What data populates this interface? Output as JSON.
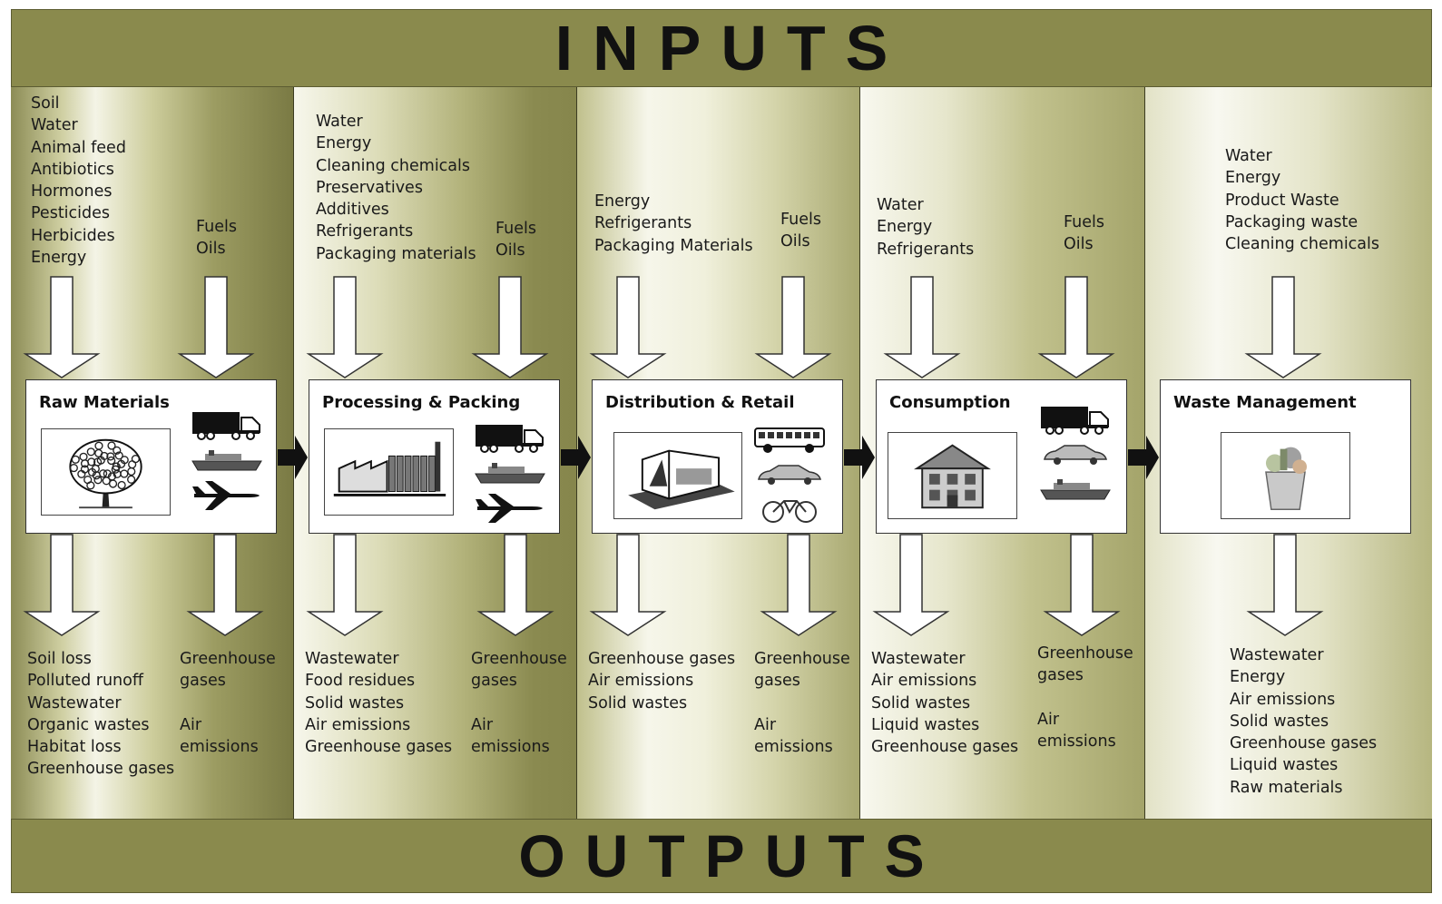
{
  "header": {
    "inputs_label": "INPUTS"
  },
  "footer": {
    "outputs_label": "OUTPUTS"
  },
  "stages": [
    {
      "title": "Raw Materials",
      "icon": "tree-icon",
      "vehicles": [
        "truck-icon",
        "ship-icon",
        "airplane-icon"
      ],
      "inputs_main": [
        "Soil",
        "Water",
        "Animal feed",
        "Antibiotics",
        "Hormones",
        "Pesticides",
        "Herbicides",
        "Energy"
      ],
      "inputs_fuel": [
        "Fuels",
        "Oils"
      ],
      "outputs_main": [
        "Soil loss",
        "Polluted runoff",
        "Wastewater",
        "Organic wastes",
        "Habitat loss",
        "Greenhouse gases"
      ],
      "outputs_side": [
        "Greenhouse",
        "gases",
        "",
        "Air",
        "emissions"
      ]
    },
    {
      "title": "Processing & Packing",
      "icon": "factory-icon",
      "vehicles": [
        "truck-icon",
        "ship-icon",
        "airplane-icon"
      ],
      "inputs_main": [
        "Water",
        "Energy",
        "Cleaning chemicals",
        "Preservatives",
        "Additives",
        "Refrigerants",
        "Packaging materials"
      ],
      "inputs_fuel": [
        "Fuels",
        "Oils"
      ],
      "outputs_main": [
        "Wastewater",
        "Food residues",
        "Solid wastes",
        "Air emissions",
        "Greenhouse gases"
      ],
      "outputs_side": [
        "Greenhouse",
        "gases",
        "",
        "Air",
        "emissions"
      ]
    },
    {
      "title": "Distribution & Retail",
      "icon": "store-icon",
      "vehicles": [
        "bus-icon",
        "car-icon",
        "bicycle-icon"
      ],
      "inputs_main": [
        "Energy",
        "Refrigerants",
        "Packaging Materials"
      ],
      "inputs_fuel": [
        "Fuels",
        "Oils"
      ],
      "outputs_main": [
        "Greenhouse gases",
        "Air emissions",
        "Solid wastes"
      ],
      "outputs_side": [
        "Greenhouse",
        "gases",
        "",
        "Air",
        "emissions"
      ]
    },
    {
      "title": "Consumption",
      "icon": "house-icon",
      "vehicles": [
        "truck-icon",
        "car-icon",
        "ship-icon"
      ],
      "inputs_main": [
        "Water",
        "Energy",
        "Refrigerants"
      ],
      "inputs_fuel": [
        "Fuels",
        "Oils"
      ],
      "outputs_main": [
        "Wastewater",
        "Air emissions",
        "Solid wastes",
        "Liquid wastes",
        "Greenhouse gases"
      ],
      "outputs_side": [
        "Greenhouse",
        "gases",
        "",
        "Air",
        "emissions"
      ]
    },
    {
      "title": "Waste Management",
      "icon": "waste-bin-icon",
      "vehicles": [],
      "inputs_main": [
        "Water",
        "Energy",
        "Product Waste",
        "Packaging waste",
        "Cleaning chemicals"
      ],
      "inputs_fuel": [],
      "outputs_main": [
        "Wastewater",
        "Energy",
        "Air emissions",
        "Solid wastes",
        "Greenhouse gases",
        "Liquid wastes",
        "Raw materials"
      ],
      "outputs_side": []
    }
  ],
  "colors": {
    "band": "#8a8a4d",
    "text": "#1a1a1a",
    "arrow_fill": "#ffffff",
    "arrow_stroke": "#333333",
    "connector": "#111111"
  }
}
